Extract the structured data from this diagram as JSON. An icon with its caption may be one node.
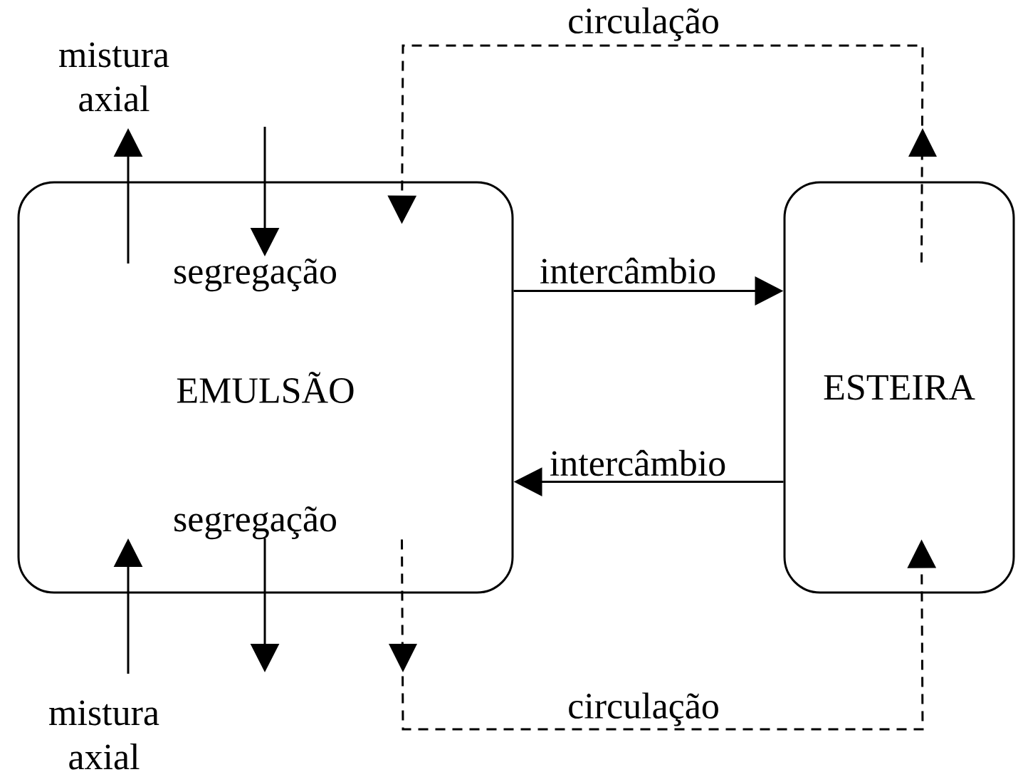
{
  "diagram": {
    "nodes": [
      {
        "text": [
          "mistura axial"
        ]
      },
      {
        "text": [
          "EMULSÃO"
        ]
      },
      {
        "text": [
          "segregação"
        ],
        "in": 1
      },
      {
        "text": [
          "segregação"
        ],
        "in": 1
      },
      {
        "text": [
          "ESTEIRA"
        ]
      },
      {
        "text": [
          "mistura axial"
        ]
      }
    ],
    "edges": [
      {
        "from": null,
        "to": 0,
        "arrow": "to"
      },
      {
        "from": null,
        "to": 2,
        "arrow": "to"
      },
      {
        "from": 4,
        "to": 1,
        "arrow": "to",
        "label": "circulação",
        "style": "dashed"
      },
      {
        "from": 1,
        "to": 4,
        "arrow": "to",
        "label": "intercâmbio"
      },
      {
        "from": 4,
        "to": 1,
        "arrow": "to",
        "label": "intercâmbio"
      },
      {
        "from": 3,
        "to": null,
        "arrow": "to"
      },
      {
        "from": 5,
        "to": null,
        "arrow": "to"
      },
      {
        "from": 1,
        "to": 4,
        "arrow": "to",
        "label": "circulação",
        "style": "dashed"
      }
    ]
  }
}
